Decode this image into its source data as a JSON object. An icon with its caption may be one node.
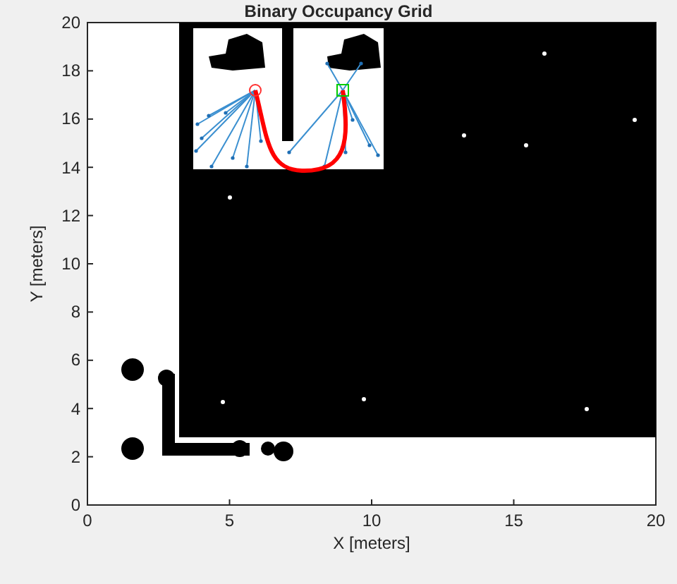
{
  "diagram": {
    "title": "Binary Occupancy Grid",
    "labels": [
      "20",
      "18",
      "16",
      "14",
      "12",
      "10",
      "8",
      "6",
      "4",
      "2",
      "0",
      "0",
      "5",
      "10",
      "15",
      "20",
      "X [meters]",
      "Y [meters]"
    ]
  }
}
